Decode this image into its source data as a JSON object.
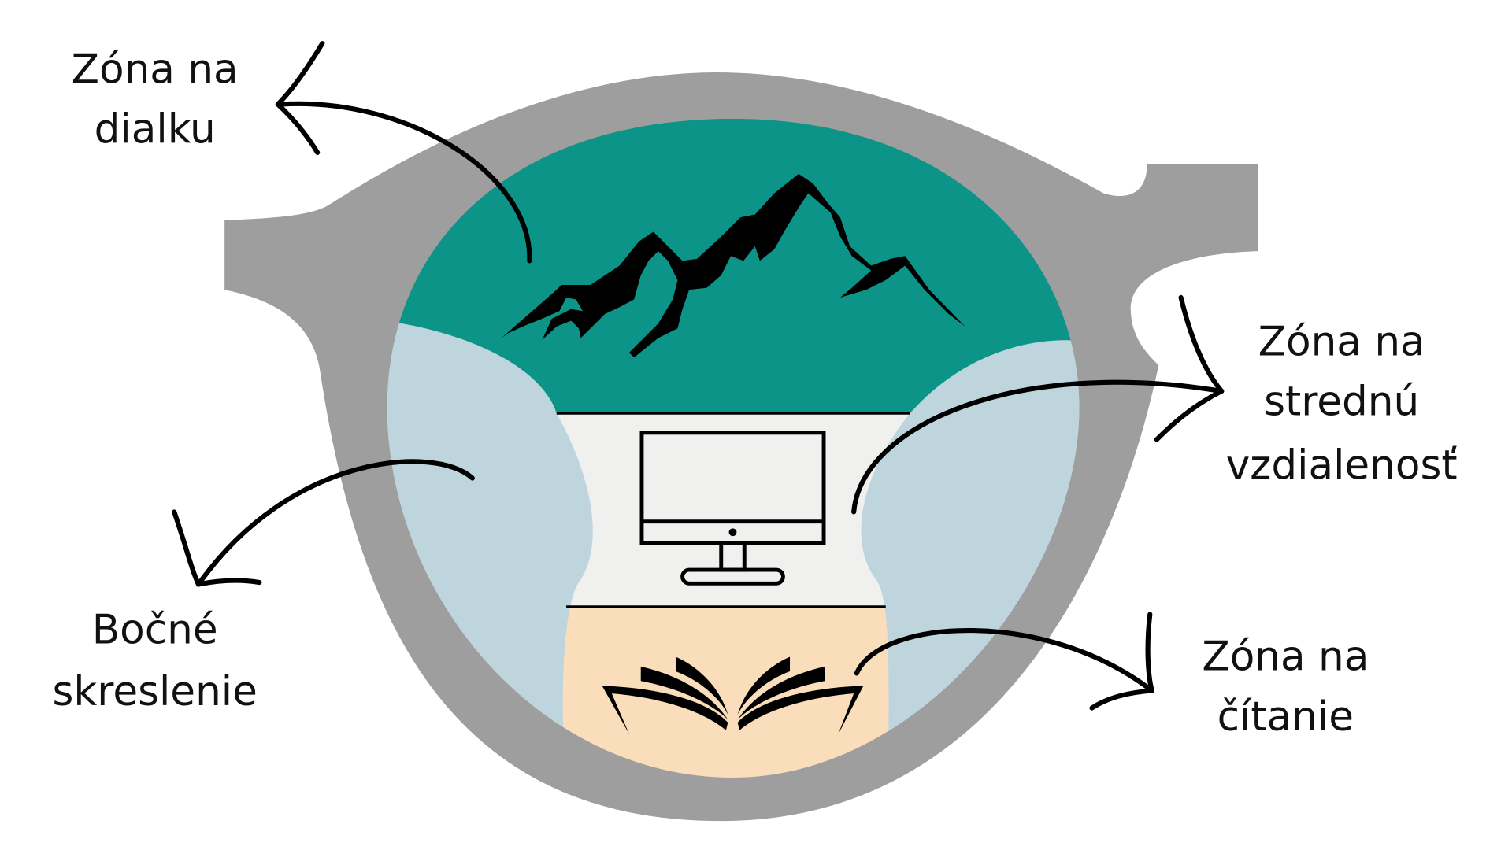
{
  "labels": {
    "distance": [
      "Zóna na",
      "dialku"
    ],
    "side": [
      "Bočné",
      "skreslenie"
    ],
    "intermediate": [
      "Zóna na",
      "strednú",
      "vzdialenosť"
    ],
    "reading": [
      "Zóna na",
      "čítanie"
    ]
  },
  "colors": {
    "frame": "#9E9E9E",
    "distance_zone": "#0C9488",
    "intermediate_zone": "#F0F0EF",
    "reading_zone": "#FADDBB",
    "side_zone": "#BFD5DE",
    "ink": "#000000"
  },
  "icons": [
    "mountains-icon",
    "monitor-icon",
    "open-book-icon"
  ]
}
